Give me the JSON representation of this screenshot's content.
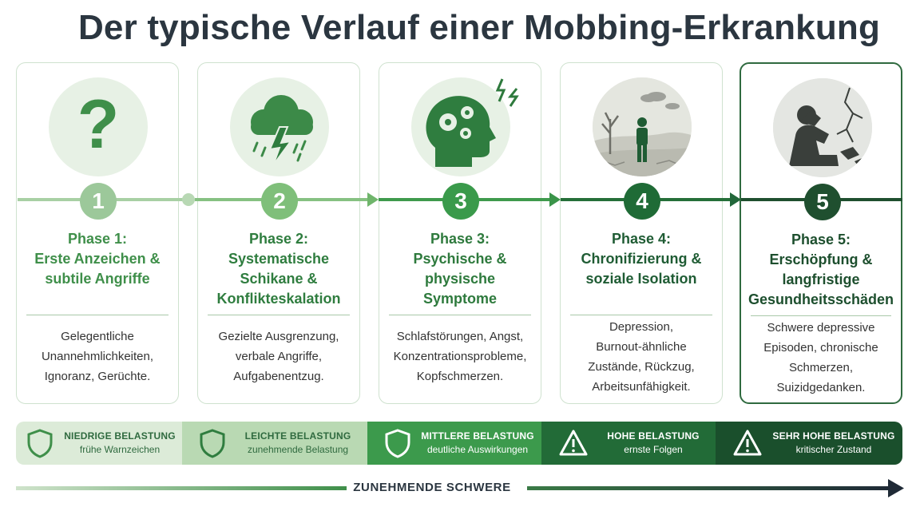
{
  "title": "Der typische Verlauf einer Mobbing-Erkrankung",
  "phases": [
    {
      "number": "1",
      "title": "Phase 1:\nErste Anzeichen &\nsubtile Angriffe",
      "description": "Gelegentliche\nUnannehmlichkeiten,\nIgnoranz, Gerüchte.",
      "icon": "question-mark-icon",
      "color": "#3f8f4a",
      "badge_color": "#9cc89a"
    },
    {
      "number": "2",
      "title": "Phase 2:\nSystematische\nSchikane &\nKonflikteskalation",
      "description": "Gezielte Ausgrenzung,\nverbale Angriffe,\nAufgabenentzug.",
      "icon": "storm-cloud-icon",
      "color": "#2f7d3f",
      "badge_color": "#7fbf7a"
    },
    {
      "number": "3",
      "title": "Phase 3:\nPsychische &\nphysische\nSymptome",
      "description": "Schlafstörungen, Angst,\nKonzentrationsprobleme,\nKopfschmerzen.",
      "icon": "head-gears-icon",
      "color": "#2e7a3d",
      "badge_color": "#3a9a4b"
    },
    {
      "number": "4",
      "title": "Phase 4:\nChronifizierung &\nsoziale Isolation",
      "description": "Depression,\nBurnout-ähnliche\nZustände, Rückzug,\nArbeitsunfähigkeit.",
      "icon": "isolated-person-icon",
      "color": "#1f5c34",
      "badge_color": "#1f6b36"
    },
    {
      "number": "5",
      "title": "Phase 5:\nErschöpfung &\nlangfristige\nGesundheitsschäden",
      "description": "Schwere depressive\nEpisoden, chronische\nSchmerzen,\nSuizidgedanken.",
      "icon": "exhausted-person-icon",
      "color": "#1d4f2e",
      "badge_color": "#1f4f2f"
    }
  ],
  "levels": [
    {
      "title": "NIEDRIGE BELASTUNG",
      "subtitle": "frühe Warnzeichen",
      "icon": "shield-icon",
      "bg": "#dcebd8",
      "text_color": "#2f6a3f"
    },
    {
      "title": "LEICHTE BELASTUNG",
      "subtitle": "zunehmende Belastung",
      "icon": "shield-icon",
      "bg": "#b9d9b3",
      "text_color": "#2f6a3f"
    },
    {
      "title": "MITTLERE BELASTUNG",
      "subtitle": "deutliche Auswirkungen",
      "icon": "shield-icon",
      "bg": "#3c9a4c",
      "text_color": "#ffffff"
    },
    {
      "title": "HOHE BELASTUNG",
      "subtitle": "ernste Folgen",
      "icon": "warning-icon",
      "bg": "#226b37",
      "text_color": "#ffffff"
    },
    {
      "title": "SEHR HOHE BELASTUNG",
      "subtitle": "kritischer Zustand",
      "icon": "warning-icon",
      "bg": "#1a4f2c",
      "text_color": "#ffffff"
    }
  ],
  "severity_label": "ZUNEHMENDE SCHWERE"
}
